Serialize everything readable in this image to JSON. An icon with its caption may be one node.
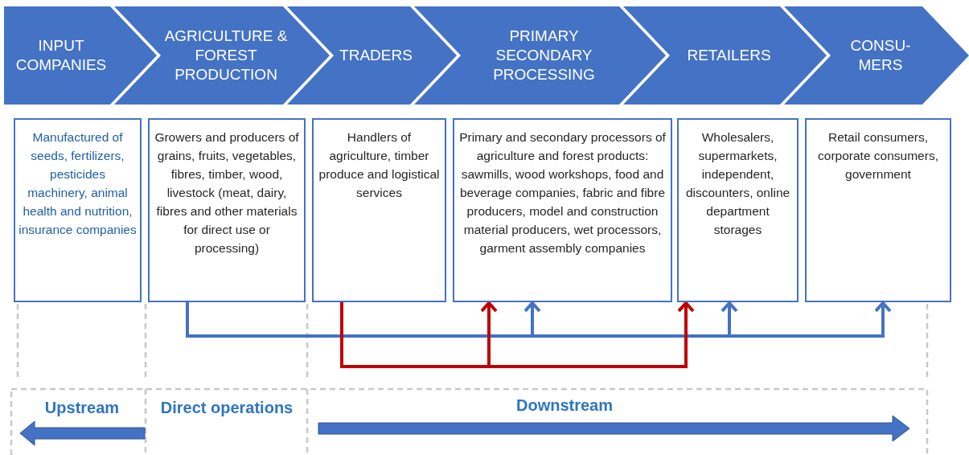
{
  "diagram": {
    "nodes": [
      {
        "text": [
          "INPUT COMPANIES"
        ]
      },
      {
        "text": [
          "AGRICULTURE & FOREST PRODUCTION"
        ]
      },
      {
        "text": [
          "TRADERS"
        ]
      },
      {
        "text": [
          "PRIMARY SECONDARY PROCESSING"
        ]
      },
      {
        "text": [
          "RETAILERS"
        ]
      },
      {
        "text": [
          "CONSU- MERS"
        ]
      },
      {
        "text": [
          "Manufactured of seeds, fertilizers, pesticides machinery, animal health and nutrition, insurance companies"
        ]
      },
      {
        "text": [
          "Growers and producers of grains, fruits, vegetables, fibres, timber, wood, livestock (meat, dairy, fibres and other materials for direct use or processing)"
        ]
      },
      {
        "text": [
          "Handlers of agriculture, timber produce and logistical services"
        ]
      },
      {
        "text": [
          "Primary and secondary processors of agriculture and forest products: sawmills, wood workshops, food and beverage companies, fabric and fibre producers, model and construction material producers, wet processors, garment assembly companies"
        ]
      },
      {
        "text": [
          "Wholesalers, supermarkets, independent, discounters, online department storages"
        ]
      },
      {
        "text": [
          "Retail consumers, corporate consumers, government"
        ]
      }
    ],
    "edges": [
      {
        "from": 7,
        "to": 9,
        "arrow": "to"
      },
      {
        "from": 7,
        "to": 10,
        "arrow": "to"
      },
      {
        "from": 7,
        "to": 11,
        "arrow": "to"
      },
      {
        "from": 8,
        "to": 9,
        "arrow": "to",
        "color": "#c00000"
      },
      {
        "from": 8,
        "to": 10,
        "arrow": "to",
        "color": "#c00000"
      }
    ],
    "labels": [
      "Upstream",
      "Direct operations",
      "Downstream"
    ]
  }
}
